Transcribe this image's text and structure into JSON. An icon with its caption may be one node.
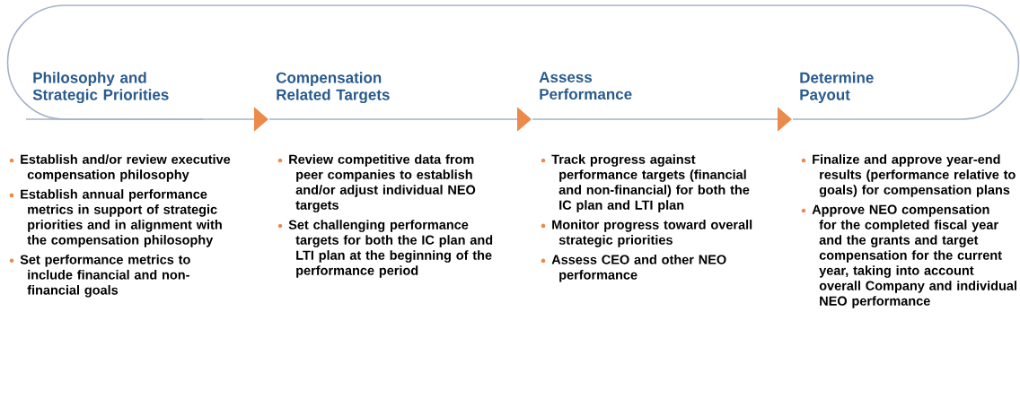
{
  "diagram": {
    "nodes": [
      {
        "text": [
          "Philosophy and Strategic Priorities"
        ],
        "beside": [
          "Establish and/or review executive compensation philosophy",
          "Establish annual performance metrics in support of strategic priorities and in alignment with the compensation philosophy",
          "Set performance metrics to include financial and non-financial goals"
        ]
      },
      {
        "text": [
          "Compensation Related Targets"
        ],
        "beside": [
          "Review competitive data from peer companies to establish and/or adjust individual NEO targets",
          "Set challenging performance targets for both the IC plan and LTI plan at the beginning of the performance period"
        ]
      },
      {
        "text": [
          "Assess Performance"
        ],
        "beside": [
          "Track progress against performance targets (financial and non-financial) for both the IC plan and LTI plan",
          "Monitor progress toward overall strategic priorities",
          "Assess CEO and other NEO performance"
        ]
      },
      {
        "text": [
          "Determine Payout"
        ],
        "beside": [
          "Finalize and approve year-end results (performance relative to goals) for compensation plans",
          "Approve NEO compensation for the completed fiscal year and the grants and target compensation for the current year, taking into account overall Company and individual NEO performance"
        ]
      }
    ],
    "edges": [
      {
        "from": 0,
        "to": 1,
        "arrow": "to"
      },
      {
        "from": 1,
        "to": 2,
        "arrow": "to"
      },
      {
        "from": 2,
        "to": 3,
        "arrow": "to"
      },
      {
        "from": 3,
        "to": 0,
        "arrow": "none"
      }
    ]
  }
}
